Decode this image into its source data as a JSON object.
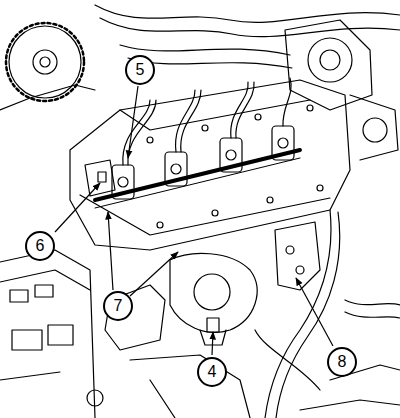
{
  "diagram": {
    "labels": [
      "5",
      "6",
      "7",
      "4",
      "8"
    ]
  }
}
